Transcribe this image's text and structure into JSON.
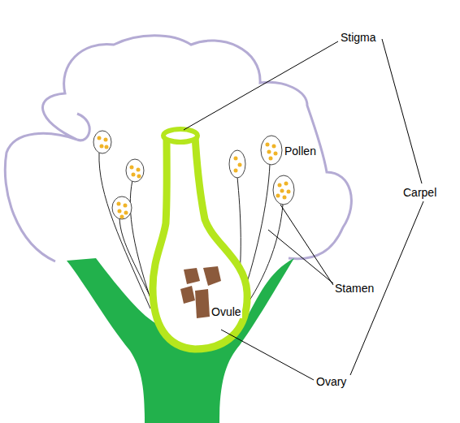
{
  "diagram": {
    "labels": [
      "Stigma",
      "Pollen",
      "Carpel",
      "Stamen",
      "Ovule",
      "Ovary"
    ]
  }
}
